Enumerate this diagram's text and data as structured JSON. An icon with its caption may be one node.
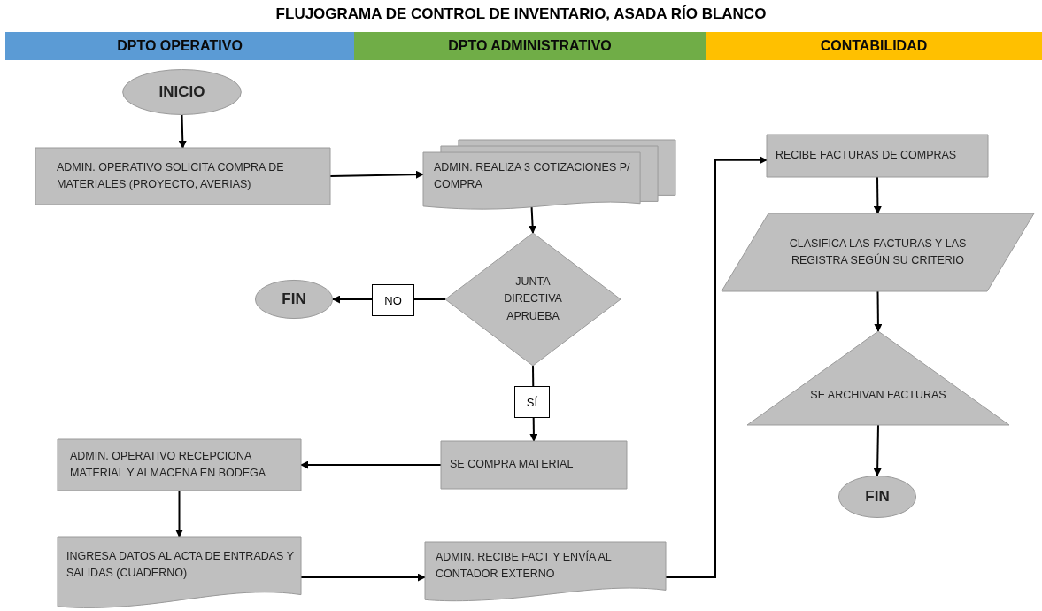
{
  "diagram": {
    "title": "FLUJOGRAMA DE CONTROL DE INVENTARIO, ASADA RÍO BLANCO",
    "nodes": [
      {
        "text": [
          "DPTO OPERATIVO"
        ]
      },
      {
        "text": [
          "INICIO"
        ]
      },
      {
        "text": [
          "ADMIN. OPERATIVO SOLICITA COMPRA DE MATERIALES (PROYECTO, AVERIAS)"
        ]
      },
      {
        "text": [
          "FIN"
        ]
      },
      {
        "text": [
          "ADMIN. OPERATIVO RECEPCIONA MATERIAL Y ALMACENA EN BODEGA"
        ]
      },
      {
        "text": [
          "INGRESA DATOS AL ACTA DE ENTRADAS Y SALIDAS (CUADERNO)"
        ]
      },
      {
        "text": [
          "DPTO ADMINISTRATIVO"
        ]
      },
      {
        "text": [
          "ADMIN. REALIZA 3 COTIZACIONES P/ COMPRA"
        ]
      },
      {
        "text": [
          "JUNTA DIRECTIVA APRUEBA"
        ]
      },
      {
        "text": [
          "SE COMPRA MATERIAL"
        ]
      },
      {
        "text": [
          "ADMIN. RECIBE FACT Y ENVÍA AL CONTADOR EXTERNO"
        ]
      },
      {
        "text": [
          "CONTABILIDAD"
        ]
      },
      {
        "text": [
          "RECIBE FACTURAS DE COMPRAS"
        ]
      },
      {
        "text": [
          "CLASIFICA LAS FACTURAS Y LAS REGISTRA SEGÚN SU CRITERIO"
        ]
      },
      {
        "text": [
          "SE ARCHIVAN FACTURAS"
        ]
      },
      {
        "text": [
          "FIN"
        ]
      }
    ],
    "edges": [
      {
        "from": 1,
        "to": 2,
        "arrow": "to"
      },
      {
        "from": 2,
        "to": 7,
        "arrow": "to"
      },
      {
        "from": 7,
        "to": 8,
        "arrow": "to"
      },
      {
        "from": 8,
        "to": 3,
        "arrow": "to",
        "label": "NO"
      },
      {
        "from": 8,
        "to": 9,
        "arrow": "to",
        "label": "SÍ"
      },
      {
        "from": 9,
        "to": 4,
        "arrow": "to"
      },
      {
        "from": 4,
        "to": 5,
        "arrow": "to"
      },
      {
        "from": 5,
        "to": 10,
        "arrow": "to"
      },
      {
        "from": 10,
        "to": 12,
        "arrow": "to"
      },
      {
        "from": 12,
        "to": 13,
        "arrow": "to"
      },
      {
        "from": 13,
        "to": 14,
        "arrow": "to"
      },
      {
        "from": 14,
        "to": 15,
        "arrow": "to"
      }
    ]
  }
}
